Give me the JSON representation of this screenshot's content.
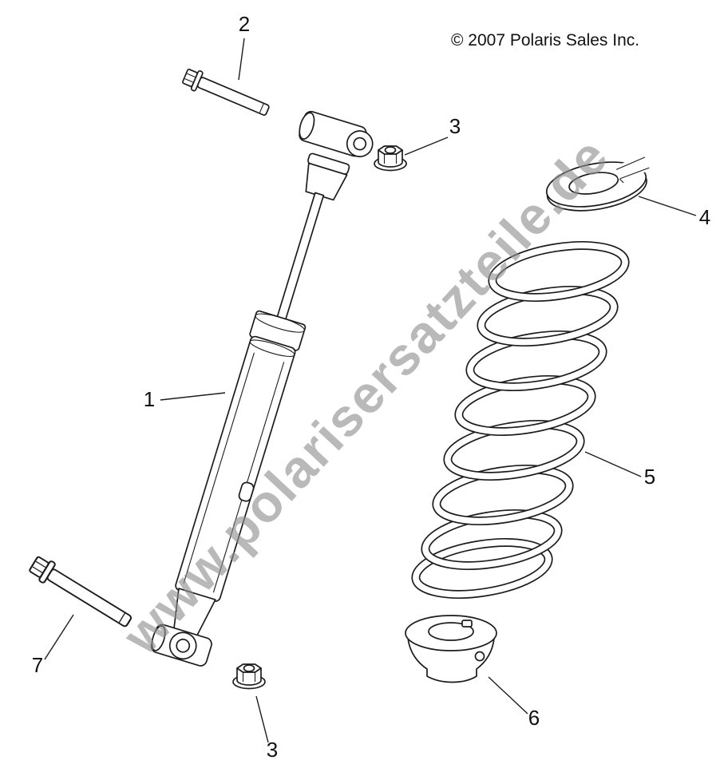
{
  "page": {
    "copyright": "© 2007 Polaris Sales Inc.",
    "watermark": "www.polarisersatzteile.de"
  },
  "colors": {
    "paper": "#ffffff",
    "line": "#1c1c1c",
    "label": "#111111",
    "watermark": "#8f8f8f"
  },
  "callouts": {
    "shock_absorber": "1",
    "upper_mounting_bolt": "2",
    "upper_flange_nut": "3",
    "upper_spring_retainer": "4",
    "coil_spring": "5",
    "lower_spring_retainer": "6",
    "lower_mounting_bolt": "7",
    "lower_flange_nut": "3"
  }
}
